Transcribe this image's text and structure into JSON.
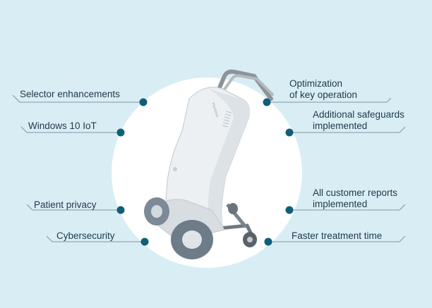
{
  "features": {
    "left": [
      {
        "label": "Selector enhancements"
      },
      {
        "label": "Windows 10 IoT"
      },
      {
        "label": "Patient privacy"
      },
      {
        "label": "Cybersecurity"
      }
    ],
    "right": [
      {
        "label": "Optimization\nof key operation"
      },
      {
        "label": "Additional safeguards\nimplemented"
      },
      {
        "label": "All customer reports\nimplemented"
      },
      {
        "label": "Faster treatment time"
      }
    ]
  },
  "device": {
    "brand_text": "Flexitron"
  },
  "colors": {
    "background": "#d9edf4",
    "circle": "#ffffff",
    "dot": "#0f5f78",
    "line": "#7d98a6",
    "text": "#1d3a4a"
  }
}
